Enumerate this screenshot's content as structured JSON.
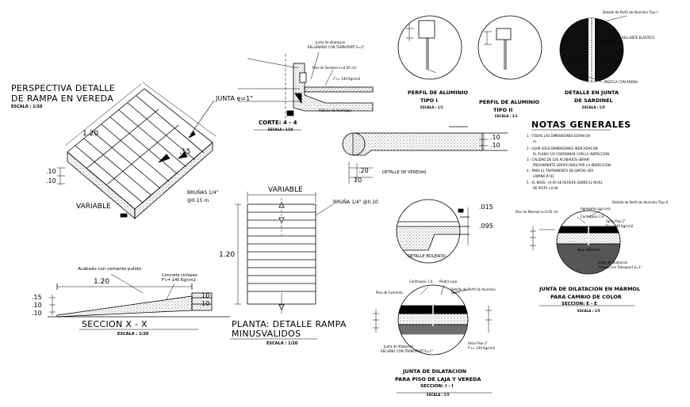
{
  "perspectiva": {
    "title_1": "PERSPECTIVA DETALLE",
    "title_2": "DE RAMPA EN VEREDA",
    "scale": "ESCALA : 1/20",
    "junta": "JUNTA e=1\"",
    "dim_120": "1.20",
    "dim_15": ".15",
    "dim_10a": ".10",
    "dim_10b": ".10",
    "variable": "VARIABLE",
    "brunas_1": "BRUÑAS 1/4\"",
    "brunas_2": "@0.15 m."
  },
  "seccion": {
    "acabado": "Acabado con cemento pulido",
    "concreto_1": "Concreto ciclopeo",
    "concreto_2": "F'c= 140 Kg/cm2",
    "dim_120": "1.20",
    "dim_15": ".15",
    "dim_10a": ".10",
    "dim_10b": ".10",
    "dim_r10a": "10",
    "dim_r10b": "10",
    "title": "SECCION  X  -  X",
    "scale": "ESCALA : 1/20"
  },
  "planta": {
    "variable": "VARIABLE",
    "bruna": "BRUÑA 1/4\" @0.10",
    "dim_120": "1.20",
    "title_1": "PLANTA: DETALLE RAMPA",
    "title_2": "MINUSVALIDOS",
    "scale": "ESCALA : 1/20"
  },
  "corte": {
    "title": "CORTE: 4 - 4",
    "scale": "ESCALA : 1/20",
    "junta_1": "Junta de dilatacion",
    "junta_2": "RELLENADO CON TEKNOPORT E=1\"",
    "piso": "Piso de Sardinel e=0.05 cm",
    "relleno": "Relleno de Hormigon",
    "fc": "F'c= 140 Kg/cm2"
  },
  "perfiles": {
    "perfil1_1": "PERFIL DE ALUMINIO",
    "perfil1_2": "TIPO I",
    "perfil1_scale": "ESCALA : 1/1",
    "perfil2_1": "PERFIL DE ALUMINIO",
    "perfil2_2": "TIPO II",
    "perfil2_scale": "ESCALA : 1/1",
    "junta_1": "DETALLE EN JUNTA",
    "junta_2": "DE SARDINEL",
    "junta_scale": "ESCALA : 1/5",
    "detalle_perfil": "Detalle de Perfil de Aluminio Tipo I",
    "sellante": "SELLANTE ELASTICO",
    "mezcla": "MEZCLA CON ARENA"
  },
  "veredas": {
    "title": "DETALLE DE VEREDAS",
    "dim_10a": ".10",
    "dim_10b": ".10",
    "dim_20": ".20",
    "dim_10c": "10"
  },
  "notas": {
    "title": "NOTAS GENERALES",
    "n1": "1.- TODAS LAS DIMENSIONES ESTAN EN",
    "n1b": "m.",
    "n2": "2.- USAR SOLO DIMENSIONES INDICADAS EN",
    "n2b": "EL PLANO Y/O COORDINAR CON LA INSPECCION",
    "n3": "3.- CALIDAD DE LOS ACABADOS SERAN",
    "n3b": "PREVIAMENTE VERIFICADAS POR LA INSPECCION",
    "n4": "4.- PARA EL TRATAMIENTO DE JUNTAS VER",
    "n4b": "LAMINA P/-01",
    "n5": "5.- EL NIVEL +0.00 SE REFIERE SOBRE EL NIVEL",
    "n5b": "DE PISTA ±0.00."
  },
  "bolado": {
    "title": "DETALLE BOLEADO",
    "dim_015": ".015",
    "dim_095": ".095"
  },
  "junta_marmol": {
    "agregado": "Agregado con cera",
    "detalle": "Detalle de Perfil de Aluminio Tipo II",
    "piso": "Piso de Marmol e=0.05 cm",
    "contrapiso": "Contrapiso 1:4",
    "falso": "Falso Piso 2\"",
    "fc": "F'c= 140 Kg/cm2",
    "base": "Base afirmado",
    "junta_1": "Junta de dilatacion",
    "junta_2": "Relleno con Teknoport E=1\"",
    "title_1": "JUNTA DE DILATACION EN MARMOL",
    "title_2": "PARA CAMBIO DE COLOR",
    "title_3": "SECCION: E - E",
    "scale": "ESCALA : 1/5"
  },
  "junta_laja": {
    "contrapiso": "Contrapiso 1:4",
    "piso_cemento": "Piso de Cemento",
    "piedra": "Piedra Laja",
    "detalle": "Detalle de Perfil de Aluminio Tipo I",
    "junta_1": "Junta de dilatacion",
    "junta_2": "RELLENO CON TEKNOPORT E=1\"",
    "falso": "Falso Piso 2\"",
    "fc": "F'c= 140 Kg/cm2",
    "title_1": "JUNTA DE DILATACION",
    "title_2": "PARA PISO DE LAJA Y VEREDA",
    "title_3": "SECCION: I - I",
    "scale": "ESCALA : 1/5"
  }
}
